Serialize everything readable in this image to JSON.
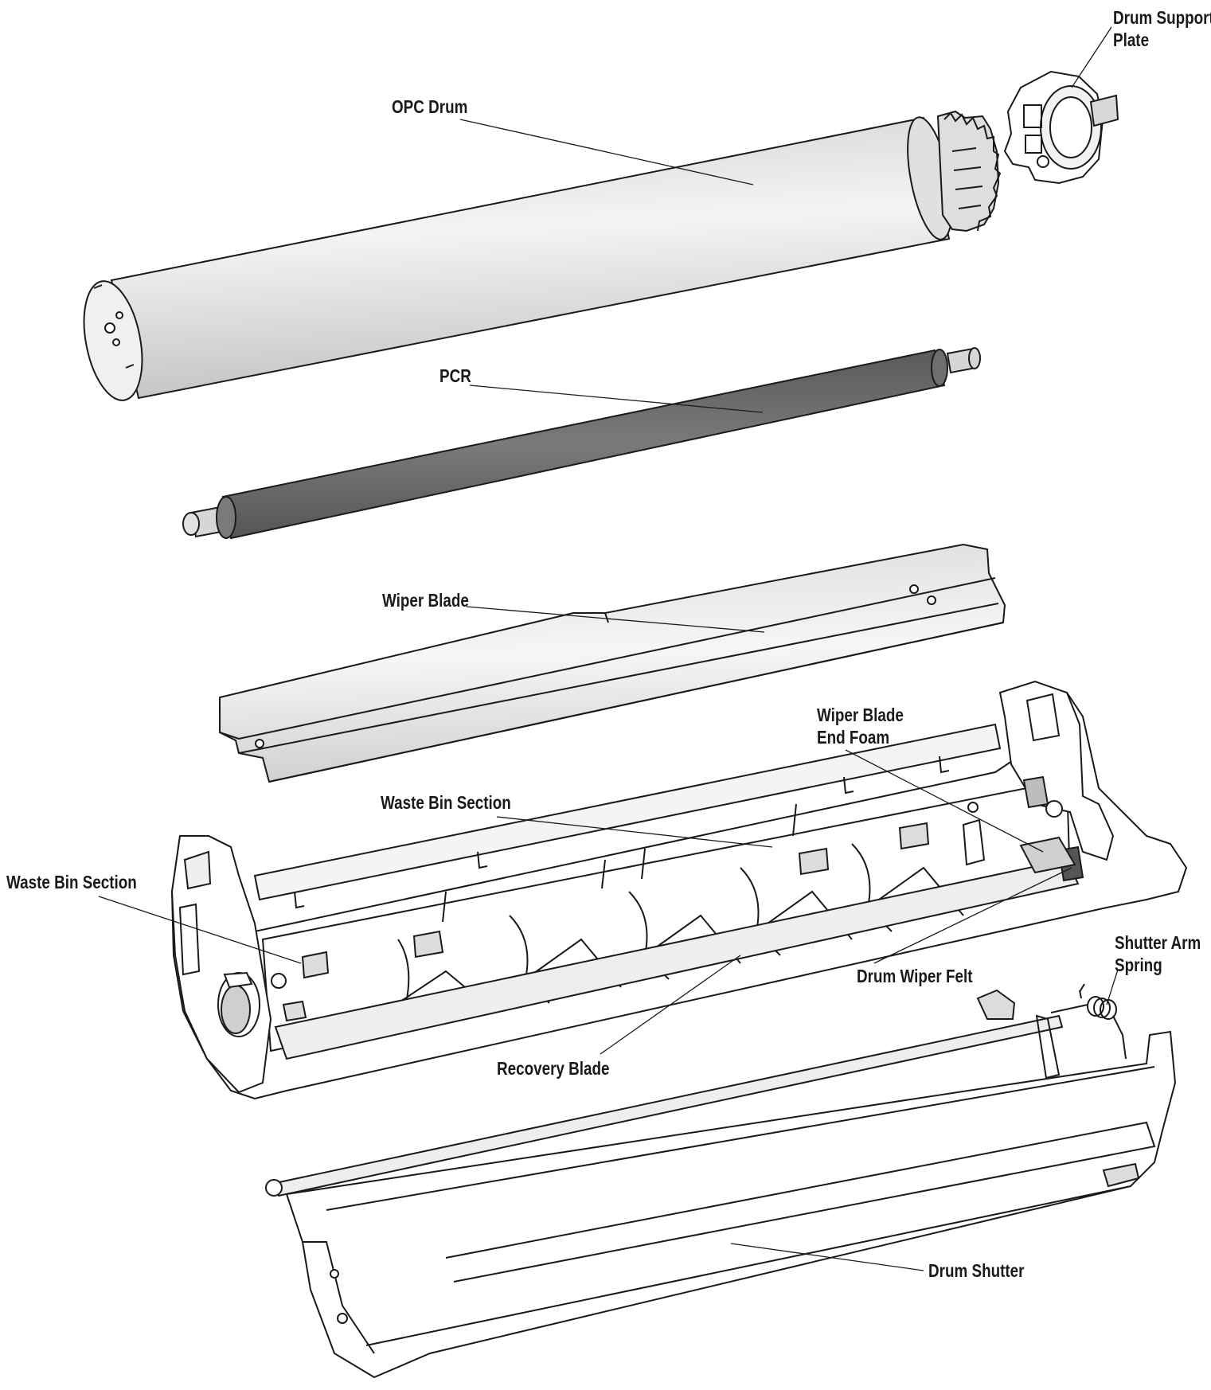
{
  "labels": {
    "drum_support_plate": [
      "Drum Support",
      "Plate"
    ],
    "opc_drum": "OPC Drum",
    "pcr": "PCR",
    "wiper_blade": "Wiper Blade",
    "wiper_blade_end_foam": [
      "Wiper Blade",
      "End Foam"
    ],
    "waste_bin_section_top": "Waste Bin Section",
    "waste_bin_section_left": "Waste Bin Section",
    "drum_wiper_felt": "Drum Wiper Felt",
    "shutter_arm_spring": [
      "Shutter Arm",
      "Spring"
    ],
    "recovery_blade": "Recovery Blade",
    "drum_shutter": "Drum Shutter"
  },
  "colors": {
    "line": "#1a1a1a",
    "drum_light": "#e4e4e4",
    "pcr_dark": "#6a6a6a",
    "blade_light": "#e8e8e8",
    "body_fill": "#ffffff"
  }
}
